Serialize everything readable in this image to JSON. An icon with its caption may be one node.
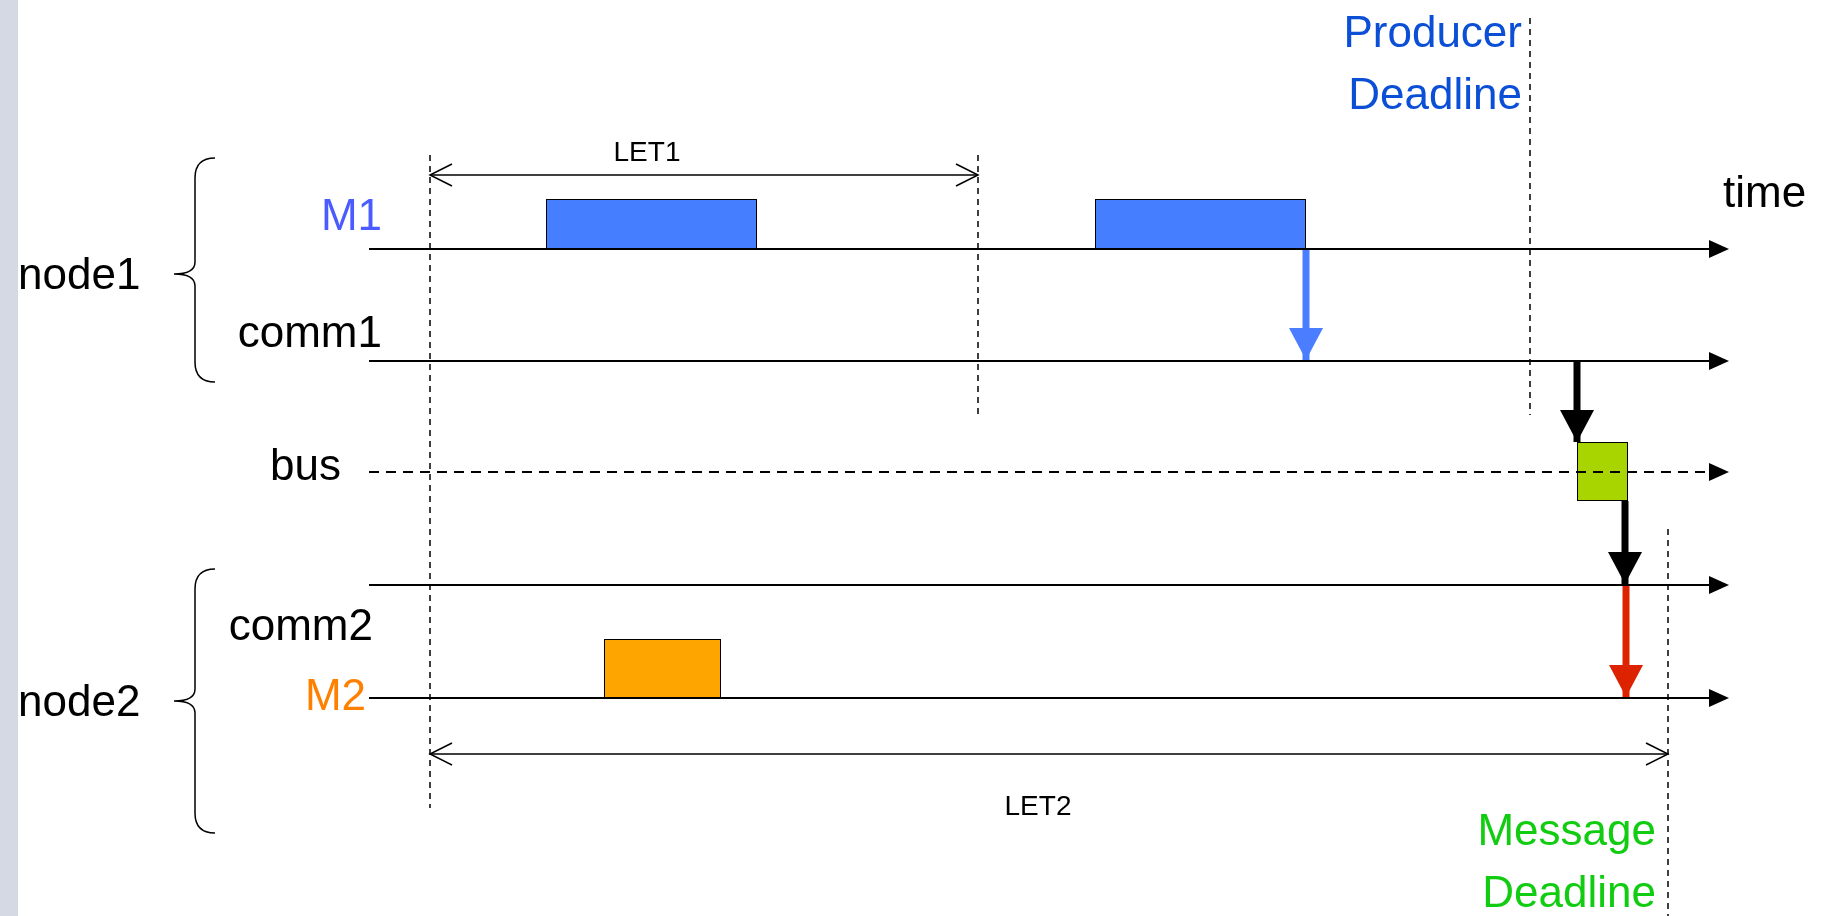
{
  "diagram": {
    "nodes": [
      {
        "text": [],
        "shape": "box"
      },
      {
        "text": [],
        "shape": "box"
      },
      {
        "text": [],
        "shape": "line"
      },
      {
        "text": [],
        "shape": "line"
      },
      {
        "text": [],
        "shape": "box"
      },
      {
        "text": [],
        "shape": "line"
      },
      {
        "text": [],
        "shape": "line"
      },
      {
        "text": [],
        "shape": "box"
      },
      {
        "text": [],
        "shape": "line"
      }
    ],
    "edges": [
      {
        "from": 1,
        "to": 3,
        "arrow": "to",
        "color": "#4a7dff"
      },
      {
        "from": 3,
        "to": 4,
        "arrow": "to"
      },
      {
        "from": 4,
        "to": 6,
        "arrow": "to"
      },
      {
        "from": 6,
        "to": 8,
        "arrow": "to",
        "color": "#dd2200"
      }
    ],
    "labels": [
      "Producer Deadline",
      "LET1",
      "time",
      "M1",
      "node1",
      "comm1",
      "bus",
      "comm2",
      "node2",
      "M2",
      "LET2",
      "Message Deadline"
    ]
  }
}
